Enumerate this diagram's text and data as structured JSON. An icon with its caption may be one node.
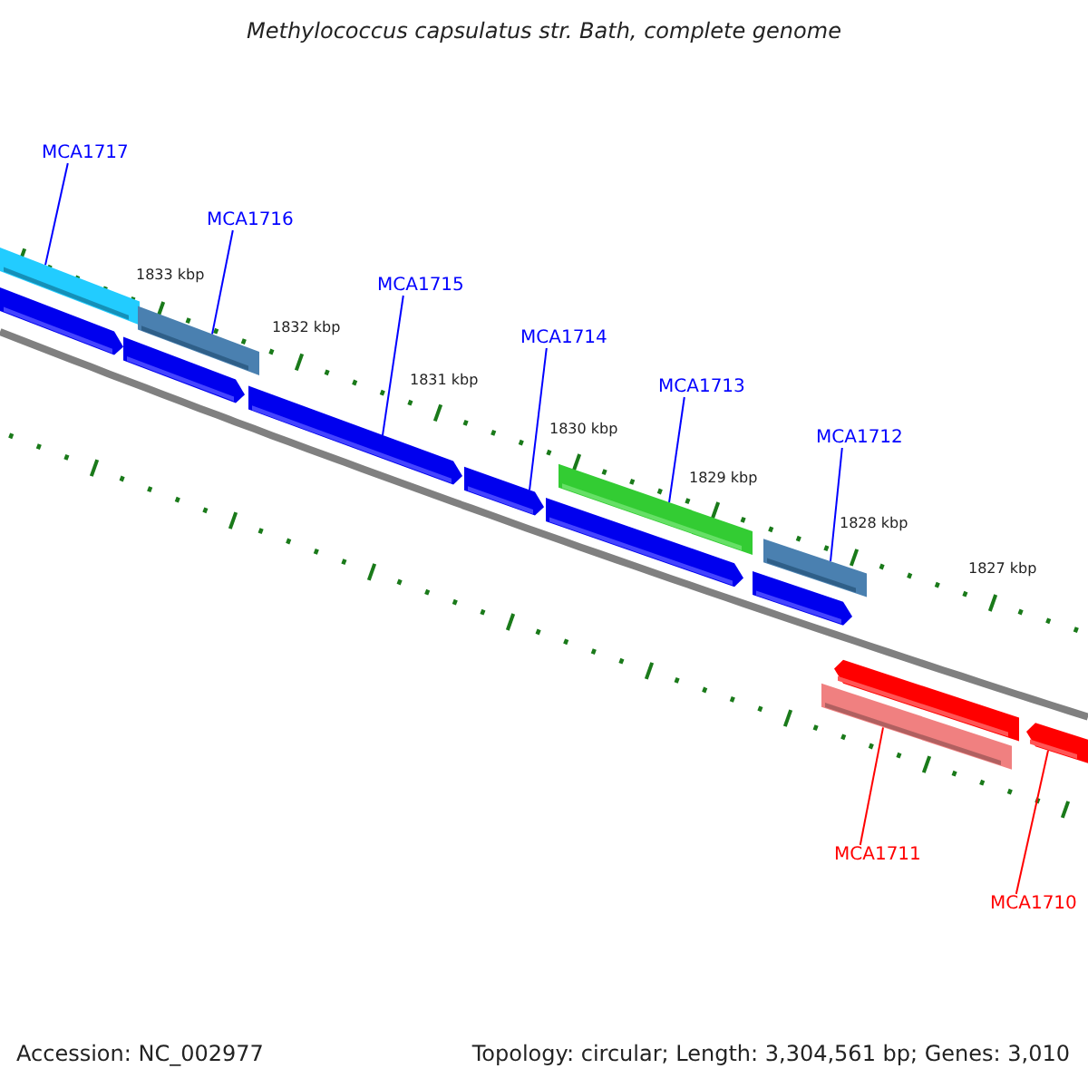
{
  "diagram": {
    "title": "Methylococcus capsulatus str. Bath, complete genome",
    "nodes": [
      {
        "text": [
          "MCA1717"
        ]
      },
      {
        "text": [
          "MCA1716"
        ]
      },
      {
        "text": [
          "MCA1715"
        ]
      },
      {
        "text": [
          "MCA1714"
        ]
      },
      {
        "text": [
          "MCA1713"
        ]
      },
      {
        "text": [
          "MCA1712"
        ]
      },
      {
        "text": [
          "MCA1711"
        ]
      },
      {
        "text": [
          "MCA1710"
        ]
      },
      {
        "text": [],
        "shape": "bar"
      },
      {
        "text": [],
        "shape": "bar"
      },
      {
        "text": [],
        "shape": "bar"
      },
      {
        "text": [],
        "shape": "bar"
      },
      {
        "text": [],
        "shape": "bar"
      },
      {
        "text": [],
        "shape": "bar"
      },
      {
        "text": [],
        "shape": "bar"
      },
      {
        "text": [],
        "shape": "bar"
      },
      {
        "text": [],
        "shape": "bar"
      },
      {
        "text": [],
        "shape": "bar"
      },
      {
        "text": [],
        "shape": "bar"
      },
      {
        "text": [],
        "shape": "bar"
      },
      {
        "text": [],
        "shape": "bar"
      }
    ],
    "edges": [
      {
        "from": 0,
        "to": 8,
        "arrow": "none"
      },
      {
        "from": 1,
        "to": 11,
        "arrow": "none"
      },
      {
        "from": 2,
        "to": 12,
        "arrow": "none"
      },
      {
        "from": 3,
        "to": 13,
        "arrow": "none"
      },
      {
        "from": 4,
        "to": 15,
        "arrow": "none"
      },
      {
        "from": 5,
        "to": 17,
        "arrow": "none"
      },
      {
        "from": 6,
        "to": 18,
        "arrow": "none",
        "color": "#ff0000"
      },
      {
        "from": 7,
        "to": 20,
        "arrow": "none",
        "color": "#ff0000"
      }
    ],
    "labels": [
      "1833 kbp",
      "1832 kbp",
      "1831 kbp",
      "1830 kbp",
      "1829 kbp",
      "1828 kbp",
      "1827 kbp",
      "Accession: NC_002977",
      "Topology: circular; Length: 3,304,561 bp; Genes: 3,010"
    ]
  }
}
